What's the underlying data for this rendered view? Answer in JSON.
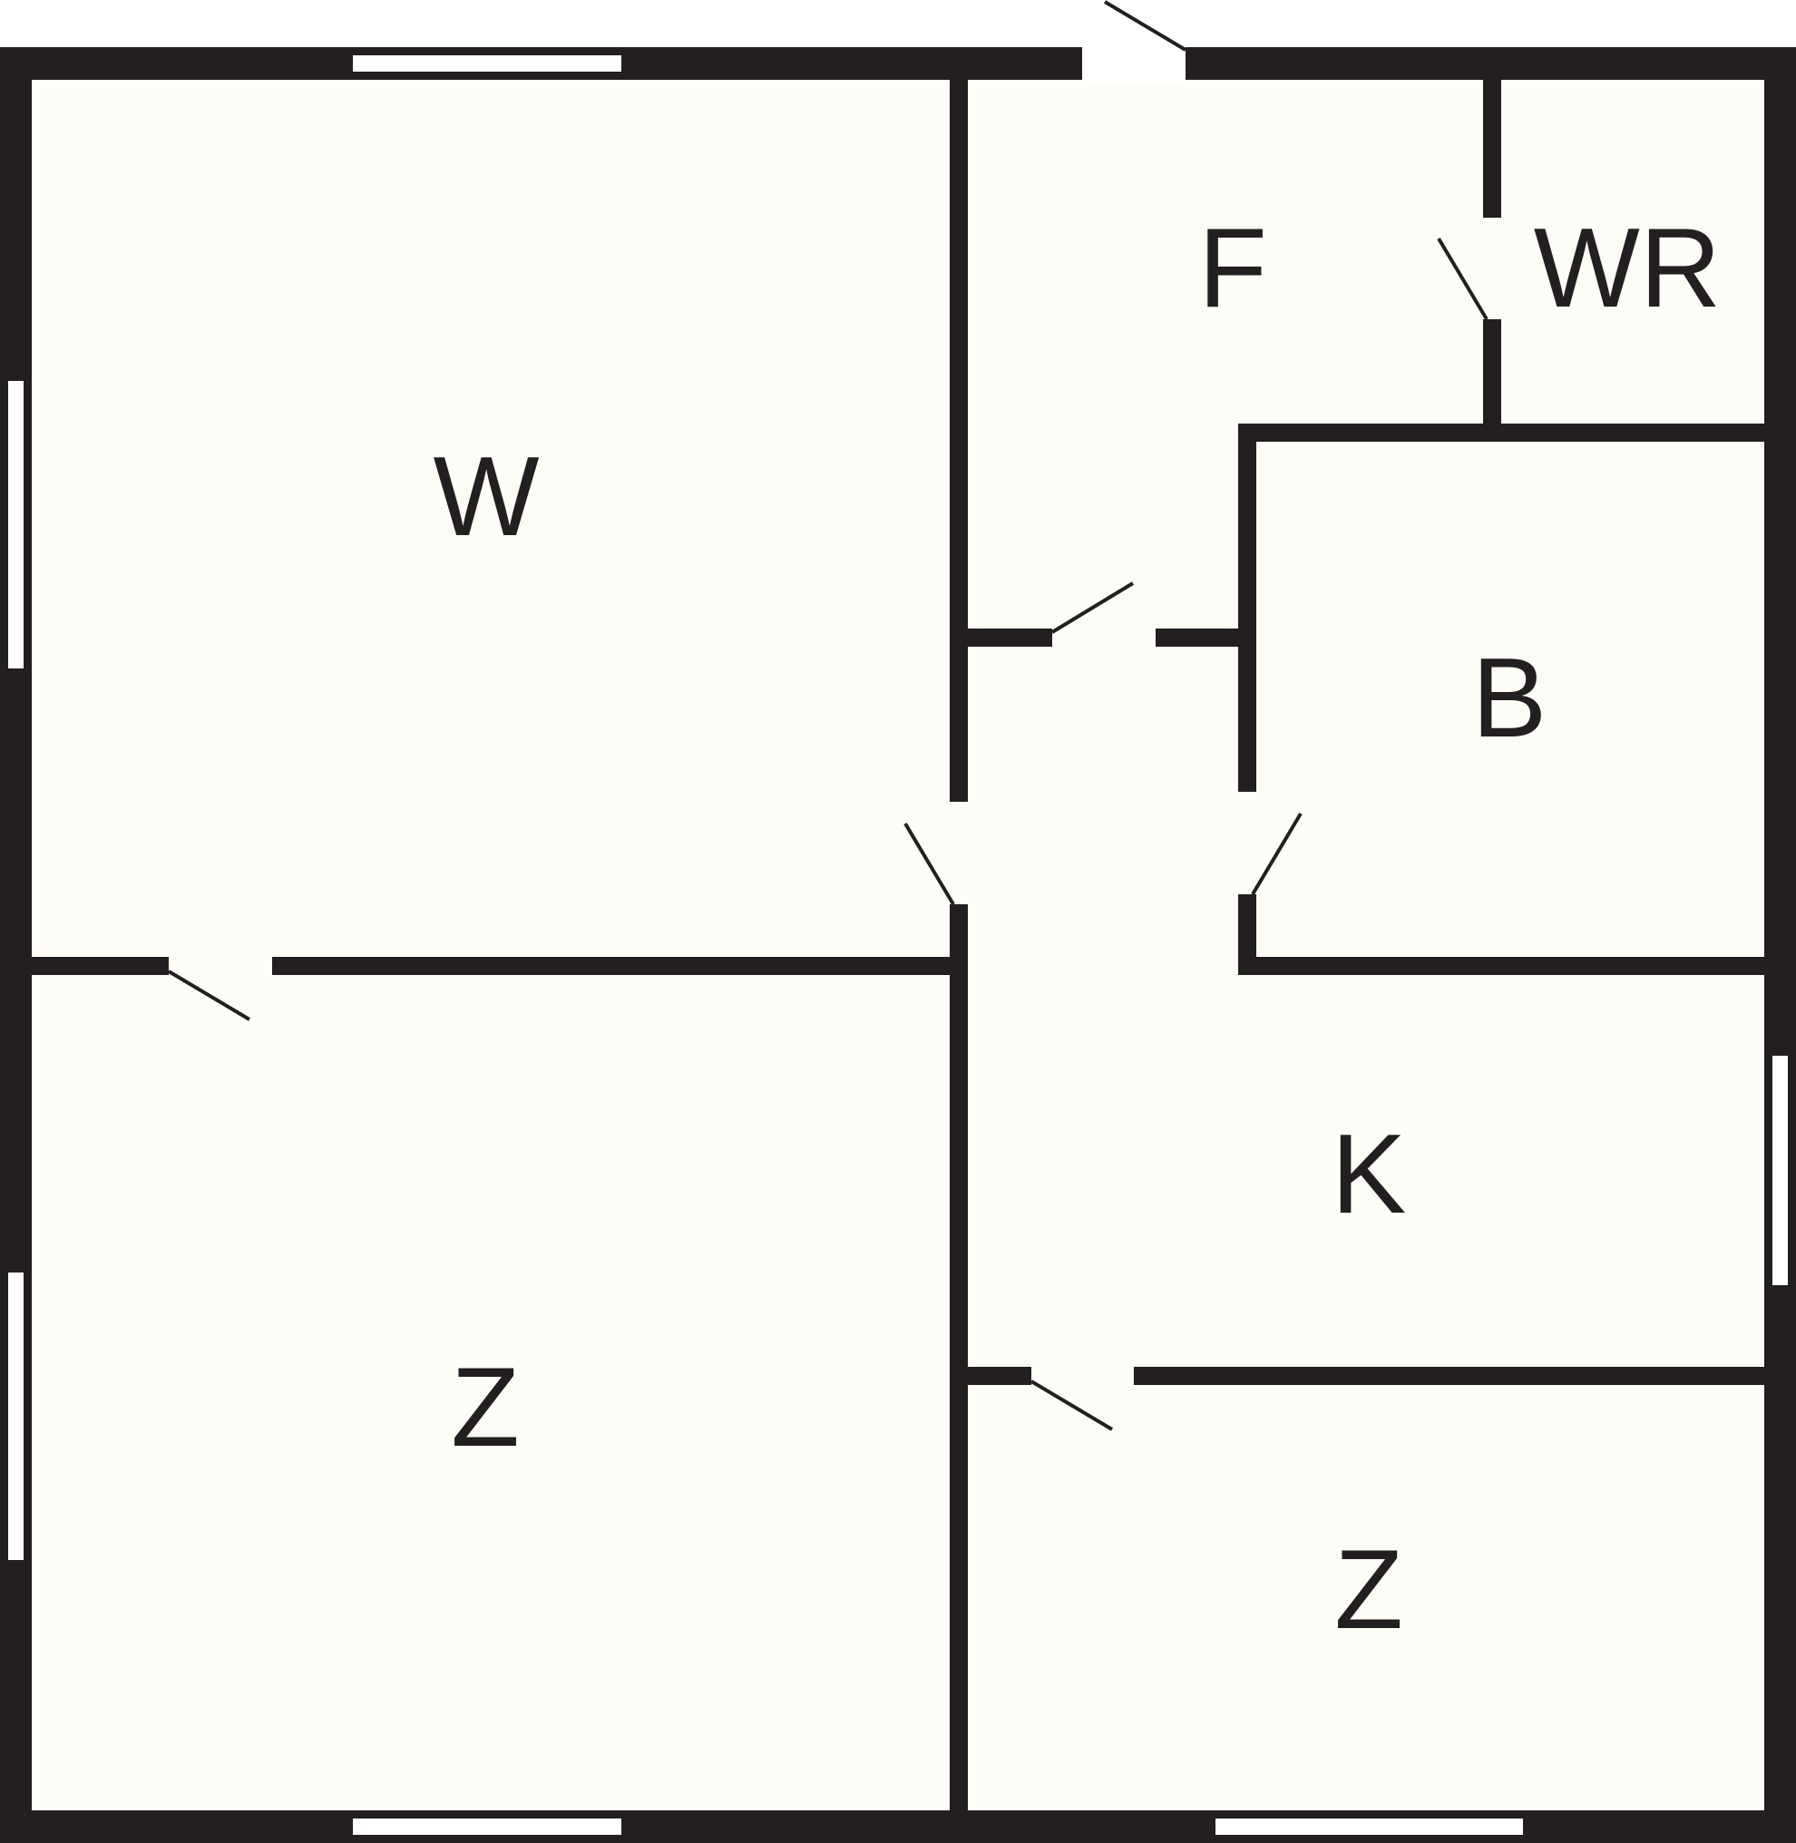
{
  "rooms": {
    "living": {
      "label": "W"
    },
    "hall": {
      "label": "F"
    },
    "toilet": {
      "label": "WR"
    },
    "bathroom": {
      "label": "B"
    },
    "kitchen": {
      "label": "K"
    },
    "bedroom_left": {
      "label": "Z"
    },
    "bedroom_right": {
      "label": "Z"
    }
  },
  "colors": {
    "wall": "#231f20",
    "floor": "#fcfdf7",
    "window": "#ffffff"
  }
}
